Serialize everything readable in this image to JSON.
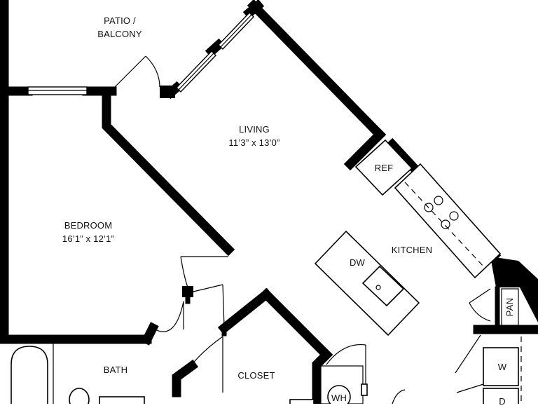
{
  "rooms": {
    "patio": {
      "line1": "PATIO /",
      "line2": "BALCONY"
    },
    "living": {
      "name": "LIVING",
      "dims": "11’3” x 13’0”"
    },
    "bedroom": {
      "name": "BEDROOM",
      "dims": "16’1” x 12’1”"
    },
    "kitchen": {
      "name": "KITCHEN"
    },
    "bath": {
      "name": "BATH"
    },
    "closet": {
      "name": "CLOSET"
    }
  },
  "fixtures": {
    "ref": "REF",
    "dw": "DW",
    "pan": "PAN",
    "wh": "WH",
    "washer": "W",
    "dryer": "D"
  }
}
